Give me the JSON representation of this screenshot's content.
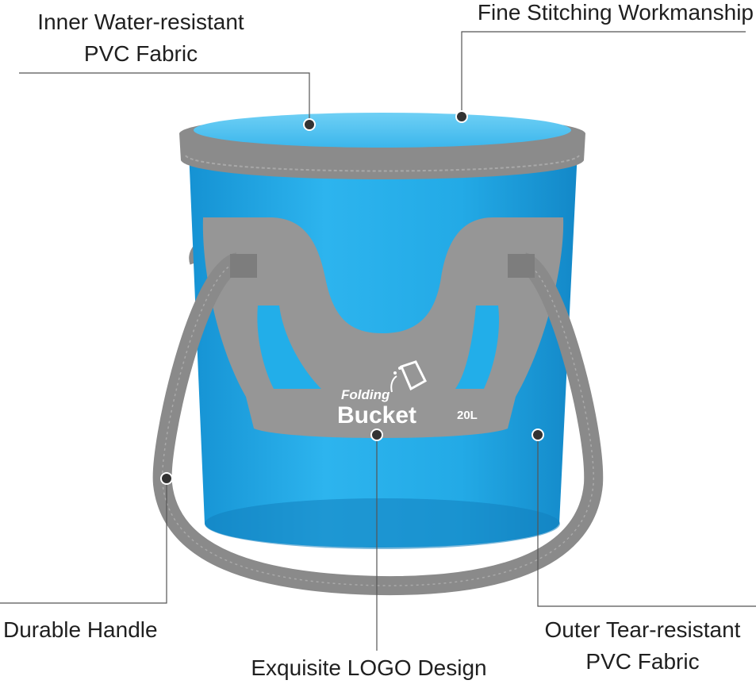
{
  "callouts": {
    "inner_fabric": {
      "line1": "Inner Water-resistant",
      "line2": "PVC Fabric"
    },
    "stitching": {
      "line1": "Fine Stitching Workmanship"
    },
    "handle": {
      "line1": "Durable Handle"
    },
    "logo": {
      "line1": "Exquisite LOGO Design"
    },
    "outer_fabric": {
      "line1": "Outer Tear-resistant",
      "line2": "PVC Fabric"
    }
  },
  "product_print": {
    "brand_small": "Folding",
    "brand_large": "Bucket",
    "capacity": "20L"
  },
  "colors": {
    "bucket_blue": "#1fa9e6",
    "bucket_blue_dark": "#1289c9",
    "inner_blue": "#4cc3f2",
    "webbing_gray": "#8f8f8f",
    "panel_gray": "#9a9a9a",
    "leader_line": "#555555",
    "dot": "#333333"
  },
  "icons": [
    "pouring-bucket-logo-icon"
  ]
}
